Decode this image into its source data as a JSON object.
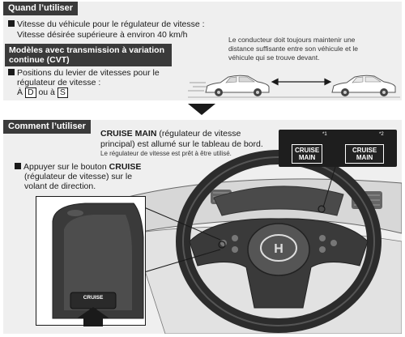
{
  "top": {
    "header": "Quand l’utiliser",
    "speed_line1": "Vitesse du véhicule pour le régulateur de vitesse :",
    "speed_line2": "Vitesse désirée supérieure à environ 40 km/h",
    "cvt_tab_line1": "Modèles avec transmission à variation",
    "cvt_tab_line2": "continue (CVT)",
    "lever_line1": "Positions du levier de vitesses pour le",
    "lever_line2": "régulateur de vitesse :",
    "lever_prefix": "À",
    "gear_d": "D",
    "lever_or": "ou à",
    "gear_s": "S",
    "distance_line1": "Le conducteur doit toujours maintenir une",
    "distance_line2": "distance suffisante entre son véhicule et le",
    "distance_line3": "véhicule qui se trouve devant."
  },
  "bottom": {
    "header": "Comment l’utiliser",
    "cruise_main_bold": "CRUISE MAIN",
    "cruise_main_rest1": "(régulateur de vitesse",
    "cruise_main_line2": "principal) est allumé sur le tableau de bord.",
    "ready_note": "Le régulateur de vitesse est prêt à être utilisé.",
    "press_prefix": "Appuyer sur le bouton",
    "press_bold": "CRUISE",
    "press_line2": "(régulateur de vitesse) sur le",
    "press_line3": "volant de direction.",
    "badge1_star": "*1",
    "badge1_line1": "CRUISE",
    "badge1_line2": "MAIN",
    "badge2_star": "*2",
    "badge2_line1": "CRUISE",
    "badge2_line2": "MAIN",
    "button_label": "CRUISE"
  }
}
